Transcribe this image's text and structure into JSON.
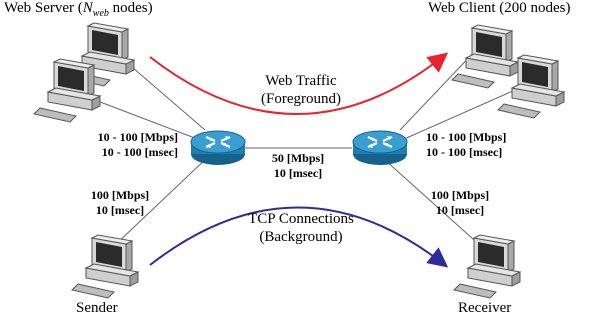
{
  "title_web_server": {
    "prefix": "Web Server (",
    "var": "N",
    "sub": "web",
    "suffix": " nodes)"
  },
  "title_web_client": "Web Client (200 nodes)",
  "label_sender": "Sender",
  "label_receiver": "Receiver",
  "web_traffic": {
    "line1": "Web Traffic",
    "line2": "(Foreground)"
  },
  "tcp_traffic": {
    "line1": "TCP Connections",
    "line2": "(Background)"
  },
  "link_left_top": {
    "bw": "10 - 100 [Mbps]",
    "delay": "10 - 100 [msec]"
  },
  "link_right_top": {
    "bw": "10 - 100 [Mbps]",
    "delay": "10 - 100 [msec]"
  },
  "link_center": {
    "bw": "50 [Mbps]",
    "delay": "10 [msec]"
  },
  "link_left_bottom": {
    "bw": "100 [Mbps]",
    "delay": "10 [msec]"
  },
  "link_right_bottom": {
    "bw": "100 [Mbps]",
    "delay": "10 [msec]"
  },
  "colors": {
    "foreground_arrow": "#e8242a",
    "background_arrow": "#2c2c9c",
    "router": "#1f7fb0",
    "computer": "#c9c9c9"
  },
  "icons": [
    "desktop-computer-icon",
    "router-icon"
  ]
}
